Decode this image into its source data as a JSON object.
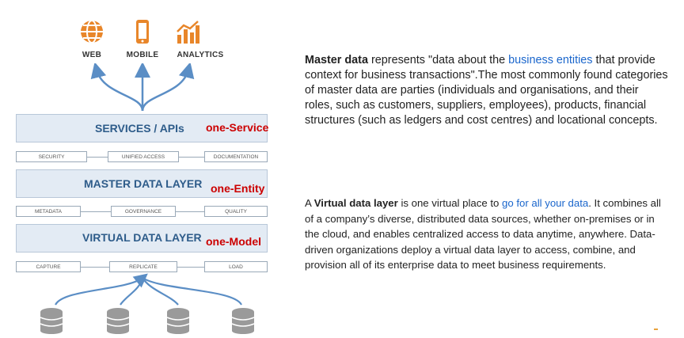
{
  "channels": [
    {
      "label": "WEB",
      "icon": "globe-icon"
    },
    {
      "label": "MOBILE",
      "icon": "mobile-phone-icon"
    },
    {
      "label": "ANALYTICS",
      "icon": "analytics-chart-icon"
    }
  ],
  "layers": [
    {
      "title": "SERVICES / APIs",
      "tag": "one-Service",
      "subs": [
        "SECURITY",
        "UNIFIED ACCESS",
        "DOCUMENTATION"
      ]
    },
    {
      "title": "MASTER DATA LAYER",
      "tag": "one-Entity",
      "subs": [
        "METADATA",
        "GOVERNANCE",
        "QUALITY"
      ]
    },
    {
      "title": "VIRTUAL DATA LAYER",
      "tag": "one-Model",
      "subs": [
        "CAPTURE",
        "REPLICATE",
        "LOAD"
      ]
    }
  ],
  "sources": [
    "database-icon",
    "database-icon",
    "database-icon",
    "database-icon"
  ],
  "master": {
    "term": "Master data",
    "pre": " represents \"data about the ",
    "link": "business entities",
    "post": " that provide context for business transactions\".The most commonly found categories of master data are parties (individuals and organisations, and their roles, such as customers, suppliers, employees), products, financial structures (such as ledgers and cost centres) and locational concepts."
  },
  "virtual": {
    "pre": "A ",
    "term": "Virtual data layer",
    "mid": " is one virtual place to ",
    "link": "go for all your data",
    "post": ". It combines all of a company’s diverse, distributed data sources, whether on-premises or in the cloud, and enables centralized access to data anytime, anywhere. Data-driven organizations deploy a virtual data layer to access, combine, and provision all of its enterprise data to meet business requirements."
  },
  "colors": {
    "accent_orange": "#e8862a",
    "layer_title": "#2e5c8a",
    "tag_red": "#cc0000",
    "link_blue": "#1a66cc",
    "layer_bg": "#e3ebf4"
  }
}
